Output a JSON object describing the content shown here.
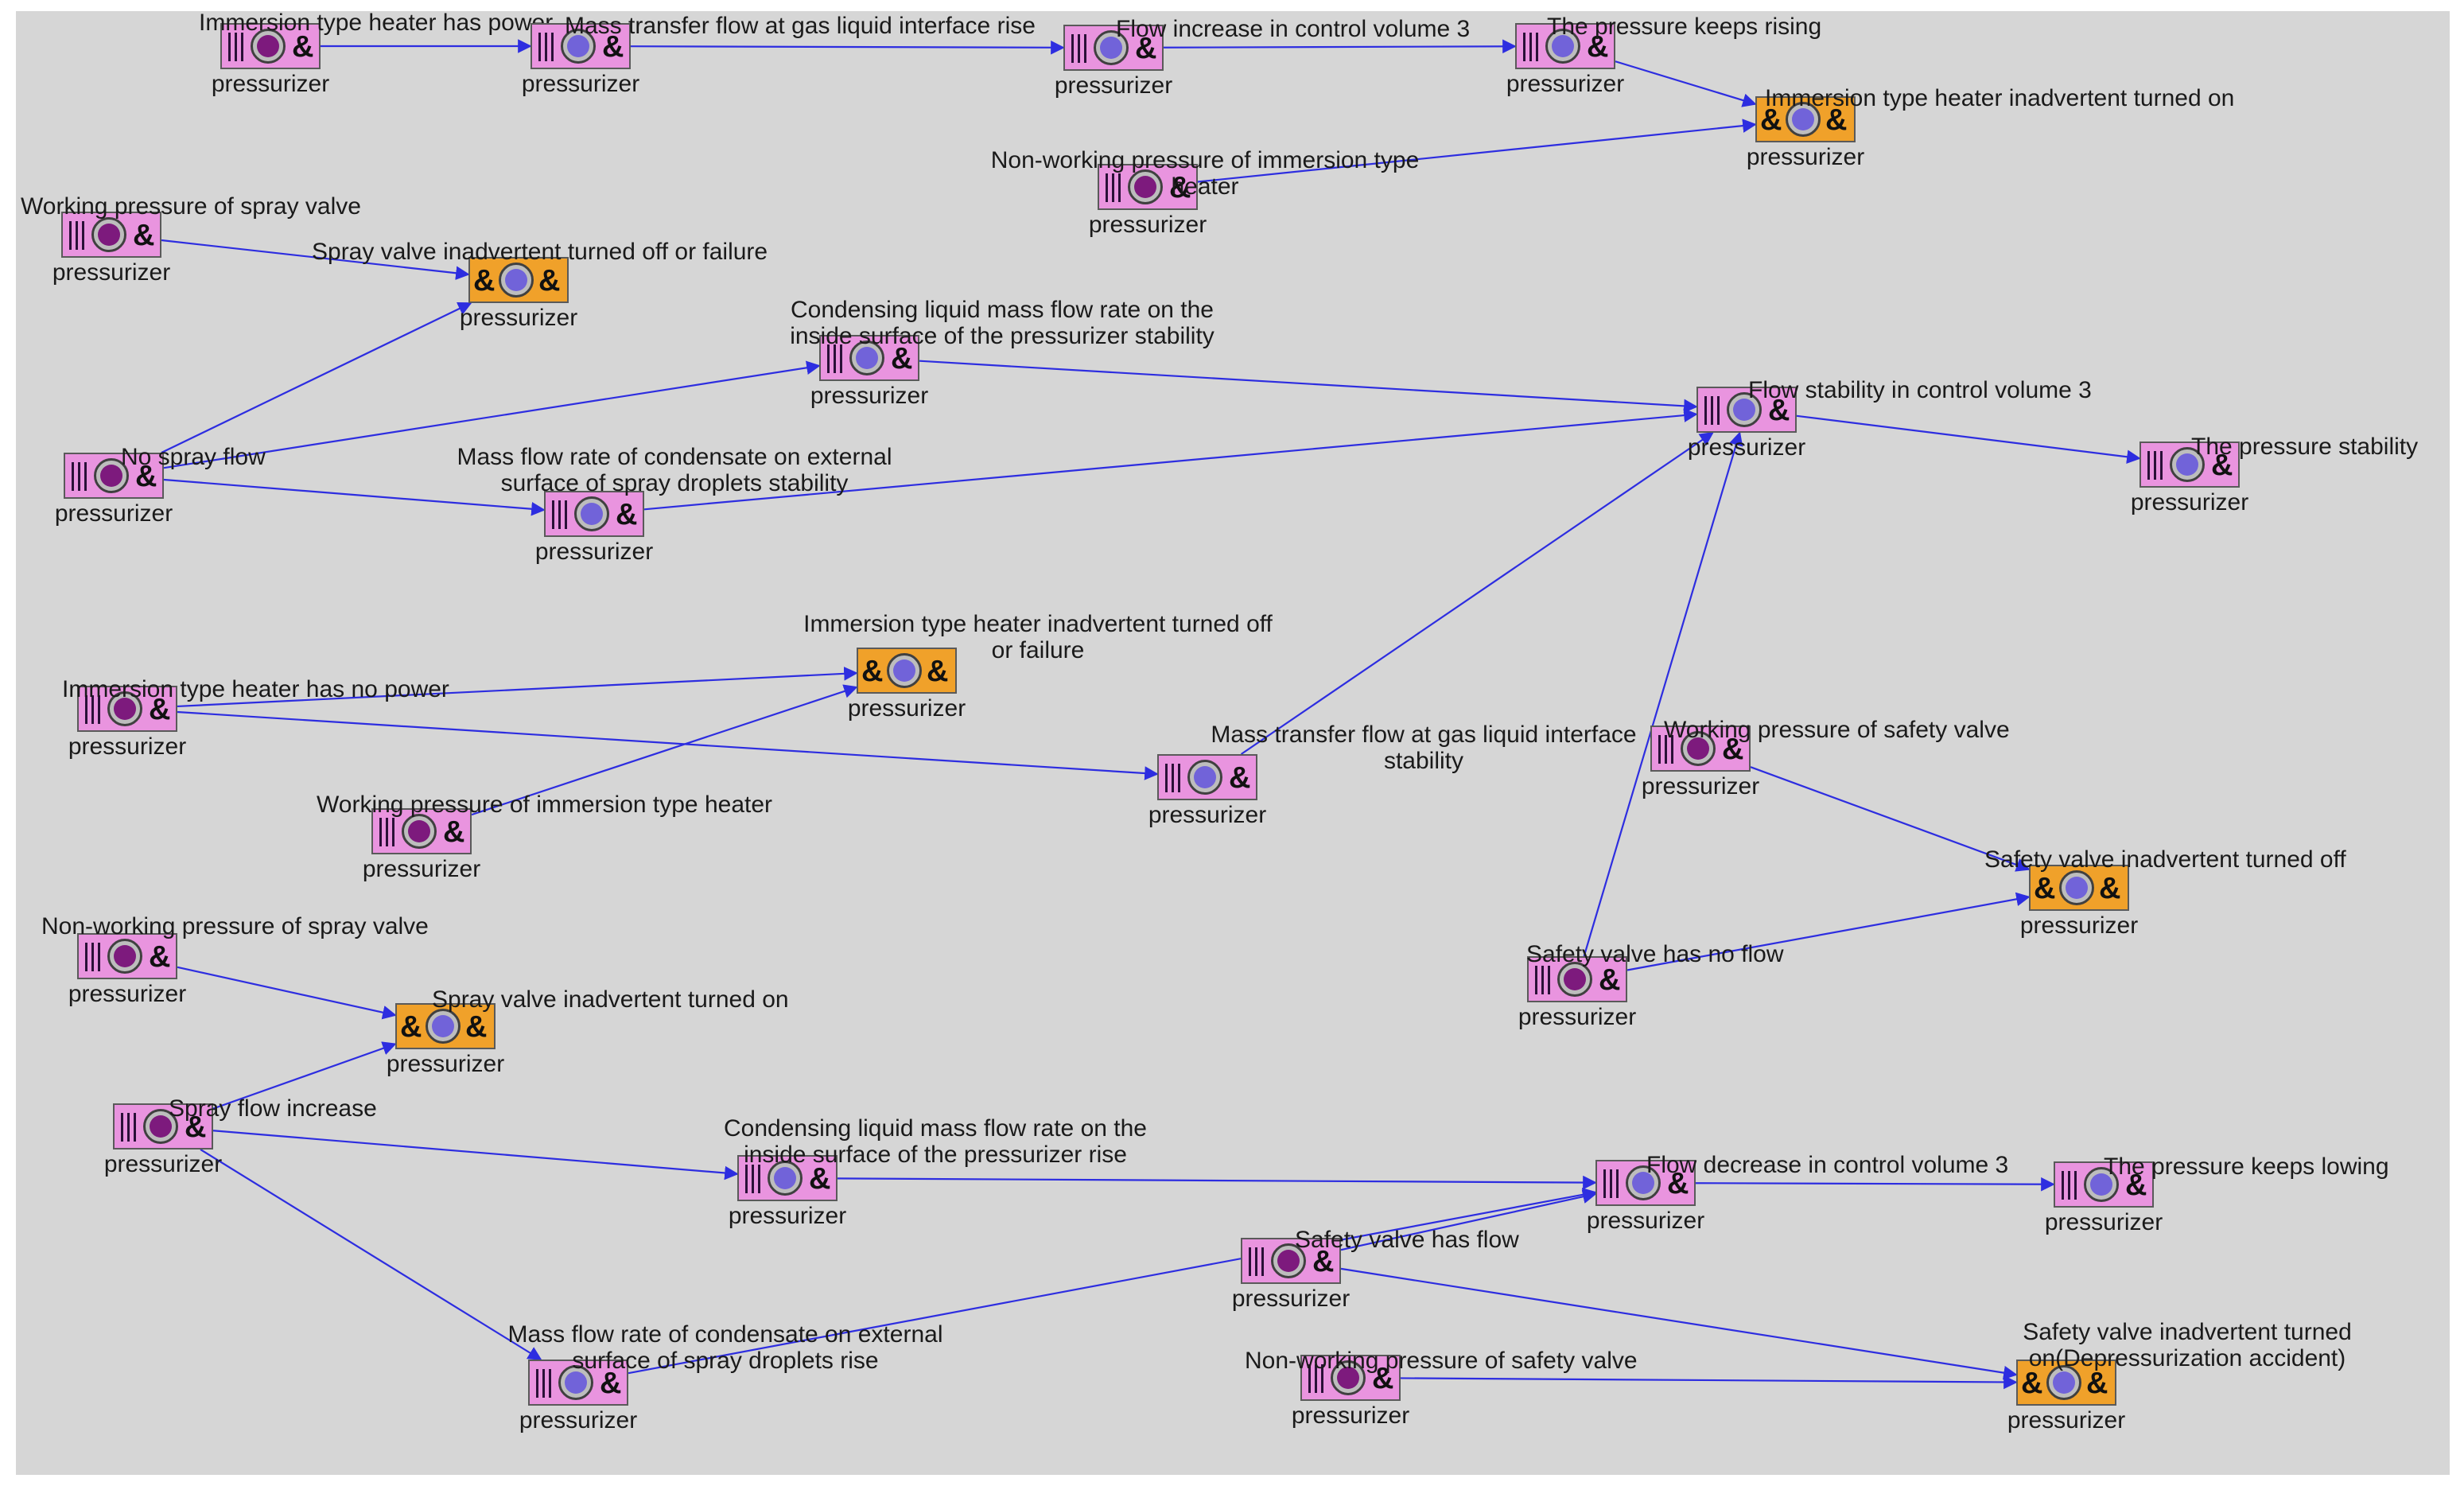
{
  "colors": {
    "background": "#d6d6d6",
    "edge": "#2d2de0",
    "basic_node_fill": "#e994df",
    "gate_node_fill": "#f0a12a",
    "dark_circle": "#7d1a7d",
    "light_circle": "#7163d9"
  },
  "subcaption": "pressurizer",
  "nodes": [
    {
      "id": "n1",
      "kind": "basic",
      "dot": "dark",
      "title": [
        "Immersion type heater has power"
      ]
    },
    {
      "id": "n2",
      "kind": "basic",
      "dot": "light",
      "title": [
        "Mass transfer flow at gas liquid interface rise"
      ]
    },
    {
      "id": "n3",
      "kind": "basic",
      "dot": "light",
      "title": [
        "Flow increase in control volume 3"
      ]
    },
    {
      "id": "n4",
      "kind": "basic",
      "dot": "light",
      "title": [
        "The pressure keeps rising"
      ]
    },
    {
      "id": "n5",
      "kind": "gate",
      "dot": "light",
      "title": [
        "Immersion type heater inadvertent turned on"
      ]
    },
    {
      "id": "n6",
      "kind": "basic",
      "dot": "dark",
      "title": [
        "Non-working pressure of immersion type",
        "heater"
      ]
    },
    {
      "id": "n7",
      "kind": "basic",
      "dot": "dark",
      "title": [
        "Working pressure of spray valve"
      ]
    },
    {
      "id": "n8",
      "kind": "gate",
      "dot": "light",
      "title": [
        "Spray valve inadvertent turned off or failure"
      ]
    },
    {
      "id": "n9",
      "kind": "basic",
      "dot": "light",
      "title": [
        "Condensing liquid mass flow rate on the",
        "inside surface of the pressurizer stability"
      ]
    },
    {
      "id": "n10",
      "kind": "basic",
      "dot": "dark",
      "title": [
        "No spray flow"
      ]
    },
    {
      "id": "n11",
      "kind": "basic",
      "dot": "light",
      "title": [
        "Mass flow rate of condensate on external",
        "surface of spray droplets stability"
      ]
    },
    {
      "id": "n12",
      "kind": "basic",
      "dot": "light",
      "title": [
        "Flow stability in control volume 3"
      ]
    },
    {
      "id": "n13",
      "kind": "basic",
      "dot": "light",
      "title": [
        "The pressure stability"
      ]
    },
    {
      "id": "n14",
      "kind": "gate",
      "dot": "light",
      "title": [
        "Immersion type heater inadvertent turned off",
        "or failure"
      ]
    },
    {
      "id": "n15",
      "kind": "basic",
      "dot": "dark",
      "title": [
        "Immersion type heater has no power"
      ]
    },
    {
      "id": "n16",
      "kind": "basic",
      "dot": "light",
      "title": [
        "Mass transfer flow at gas liquid interface",
        "stability"
      ]
    },
    {
      "id": "n17",
      "kind": "basic",
      "dot": "dark",
      "title": [
        "Working pressure of safety valve"
      ]
    },
    {
      "id": "n18",
      "kind": "basic",
      "dot": "dark",
      "title": [
        "Working pressure of immersion type heater"
      ]
    },
    {
      "id": "n19",
      "kind": "gate",
      "dot": "light",
      "title": [
        "Safety valve inadvertent turned off"
      ]
    },
    {
      "id": "n20",
      "kind": "basic",
      "dot": "dark",
      "title": [
        "Non-working pressure of spray valve"
      ]
    },
    {
      "id": "n21",
      "kind": "basic",
      "dot": "dark",
      "title": [
        "Safety valve has no flow"
      ]
    },
    {
      "id": "n22",
      "kind": "gate",
      "dot": "light",
      "title": [
        "Spray valve inadvertent turned on"
      ]
    },
    {
      "id": "n23",
      "kind": "basic",
      "dot": "dark",
      "title": [
        "Spray flow increase"
      ]
    },
    {
      "id": "n24",
      "kind": "basic",
      "dot": "light",
      "title": [
        "Condensing liquid mass flow rate on the",
        "inside surface of the pressurizer rise"
      ]
    },
    {
      "id": "n25",
      "kind": "basic",
      "dot": "light",
      "title": [
        "Flow decrease in control volume 3"
      ]
    },
    {
      "id": "n26",
      "kind": "basic",
      "dot": "light",
      "title": [
        "The pressure keeps lowing"
      ]
    },
    {
      "id": "n27",
      "kind": "basic",
      "dot": "dark",
      "title": [
        "Safety valve has flow"
      ]
    },
    {
      "id": "n28",
      "kind": "basic",
      "dot": "light",
      "title": [
        "Mass flow rate of condensate on external",
        "surface of spray droplets rise"
      ]
    },
    {
      "id": "n29",
      "kind": "basic",
      "dot": "dark",
      "title": [
        "Non-working pressure of safety valve"
      ]
    },
    {
      "id": "n30",
      "kind": "gate",
      "dot": "light",
      "title": [
        "Safety valve inadvertent turned",
        "on(Depressurization accident)"
      ]
    }
  ],
  "edges": [
    [
      "n1",
      "n2"
    ],
    [
      "n2",
      "n3"
    ],
    [
      "n3",
      "n4"
    ],
    [
      "n4",
      "n5"
    ],
    [
      "n6",
      "n5"
    ],
    [
      "n7",
      "n8"
    ],
    [
      "n10",
      "n8"
    ],
    [
      "n10",
      "n9"
    ],
    [
      "n10",
      "n11"
    ],
    [
      "n9",
      "n12"
    ],
    [
      "n11",
      "n12"
    ],
    [
      "n16",
      "n12"
    ],
    [
      "n21",
      "n12"
    ],
    [
      "n12",
      "n13"
    ],
    [
      "n15",
      "n14"
    ],
    [
      "n18",
      "n14"
    ],
    [
      "n15",
      "n16"
    ],
    [
      "n17",
      "n19"
    ],
    [
      "n21",
      "n19"
    ],
    [
      "n20",
      "n22"
    ],
    [
      "n23",
      "n22"
    ],
    [
      "n23",
      "n24"
    ],
    [
      "n23",
      "n28"
    ],
    [
      "n24",
      "n25"
    ],
    [
      "n28",
      "n25"
    ],
    [
      "n27",
      "n25"
    ],
    [
      "n25",
      "n26"
    ],
    [
      "n27",
      "n30"
    ],
    [
      "n29",
      "n30"
    ]
  ]
}
